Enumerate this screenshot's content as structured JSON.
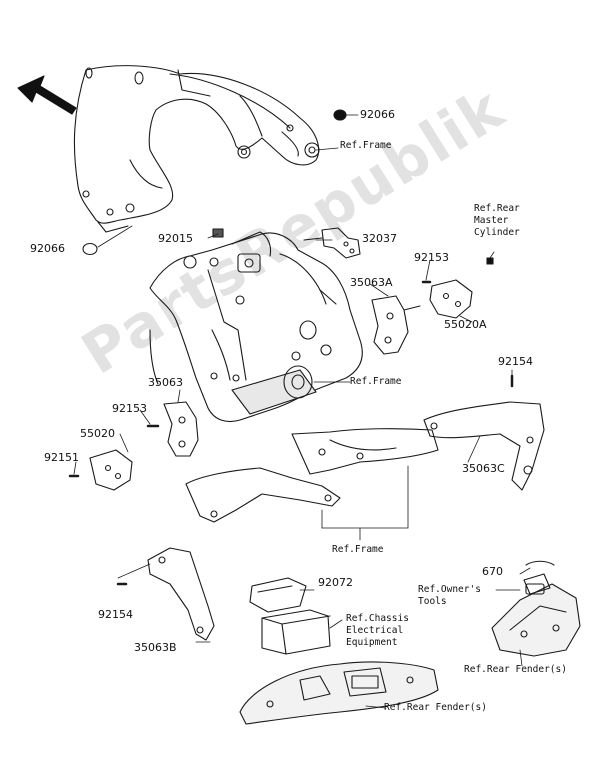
{
  "colors": {
    "line": "#1a1a1a",
    "shade": "#d8d8d8",
    "watermark": "#969696"
  },
  "watermark": "PartsRepublik",
  "parts": {
    "p92066_top": "92066",
    "p92066_left": "92066",
    "p92015": "92015",
    "p32037": "32037",
    "p92153_right": "92153",
    "p35063A": "35063A",
    "p55020A": "55020A",
    "p92154_right": "92154",
    "p35063": "35063",
    "p92153_left": "92153",
    "p55020": "55020",
    "p92151": "92151",
    "p35063C": "35063C",
    "p92072": "92072",
    "p670": "670",
    "p92154_left": "92154",
    "p35063B": "35063B"
  },
  "refs": {
    "frame_top": "Ref.Frame",
    "rear_master_cylinder": "Ref.Rear\nMaster\nCylinder",
    "frame_mid": "Ref.Frame",
    "frame_bottom": "Ref.Frame",
    "chassis_electrical": "Ref.Chassis\nElectrical\nEquipment",
    "owners_tools": "Ref.Owner's\nTools",
    "rear_fender_right": "Ref.Rear Fender(s)",
    "rear_fender_bottom": "Ref.Rear Fender(s)"
  }
}
